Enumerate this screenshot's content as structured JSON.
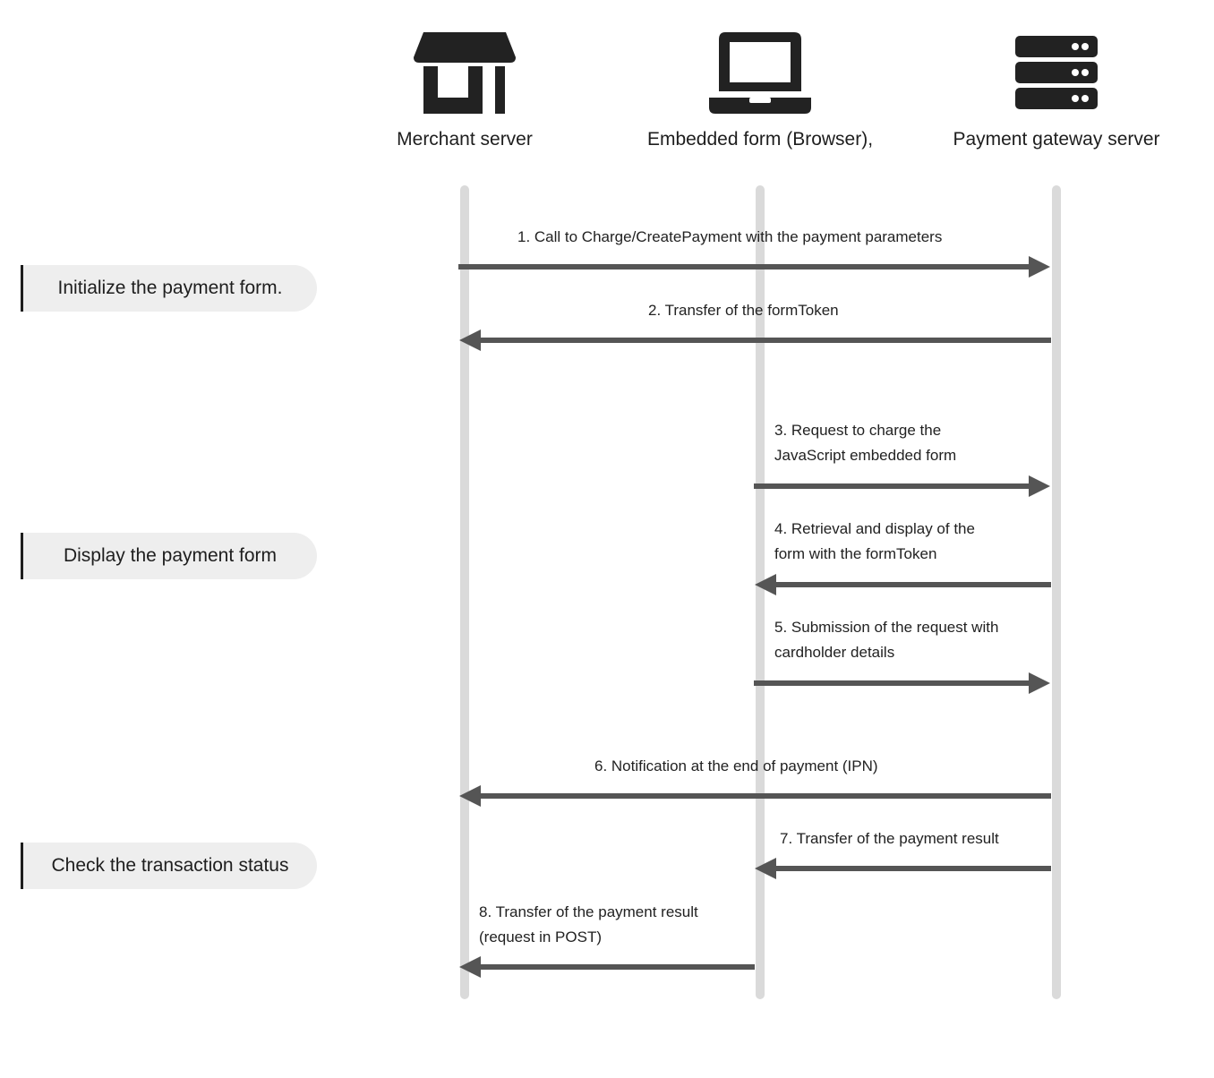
{
  "actors": [
    {
      "id": "merchant",
      "label": "Merchant server",
      "icon": "store-icon"
    },
    {
      "id": "browser",
      "label": "Embedded form (Browser),",
      "icon": "laptop-icon"
    },
    {
      "id": "gateway",
      "label": "Payment gateway server",
      "icon": "server-icon"
    }
  ],
  "phases": [
    {
      "label": "Initialize the payment form."
    },
    {
      "label": "Display the payment form"
    },
    {
      "label": "Check the transaction status"
    }
  ],
  "messages": [
    {
      "from": "merchant",
      "to": "gateway",
      "lines": [
        "1. Call to Charge/CreatePayment with the payment parameters"
      ]
    },
    {
      "from": "gateway",
      "to": "merchant",
      "lines": [
        "2. Transfer of the formToken"
      ]
    },
    {
      "from": "browser",
      "to": "gateway",
      "lines": [
        "3. Request to charge the",
        "JavaScript embedded form"
      ]
    },
    {
      "from": "gateway",
      "to": "browser",
      "lines": [
        "4. Retrieval and display of the",
        "form with the formToken"
      ]
    },
    {
      "from": "browser",
      "to": "gateway",
      "lines": [
        "5. Submission of the request with",
        "cardholder details"
      ]
    },
    {
      "from": "gateway",
      "to": "merchant",
      "lines": [
        "6. Notification at the end of payment (IPN)"
      ]
    },
    {
      "from": "gateway",
      "to": "browser",
      "lines": [
        "7. Transfer of the payment result"
      ]
    },
    {
      "from": "browser",
      "to": "merchant",
      "lines": [
        "8. Transfer of the payment result",
        "(request in POST)"
      ]
    }
  ],
  "colors": {
    "icon": "#222222",
    "lifeline": "#dadada",
    "arrow": "#555555",
    "phase_background": "#eeeeee",
    "phase_border": "#1e1e1e"
  }
}
